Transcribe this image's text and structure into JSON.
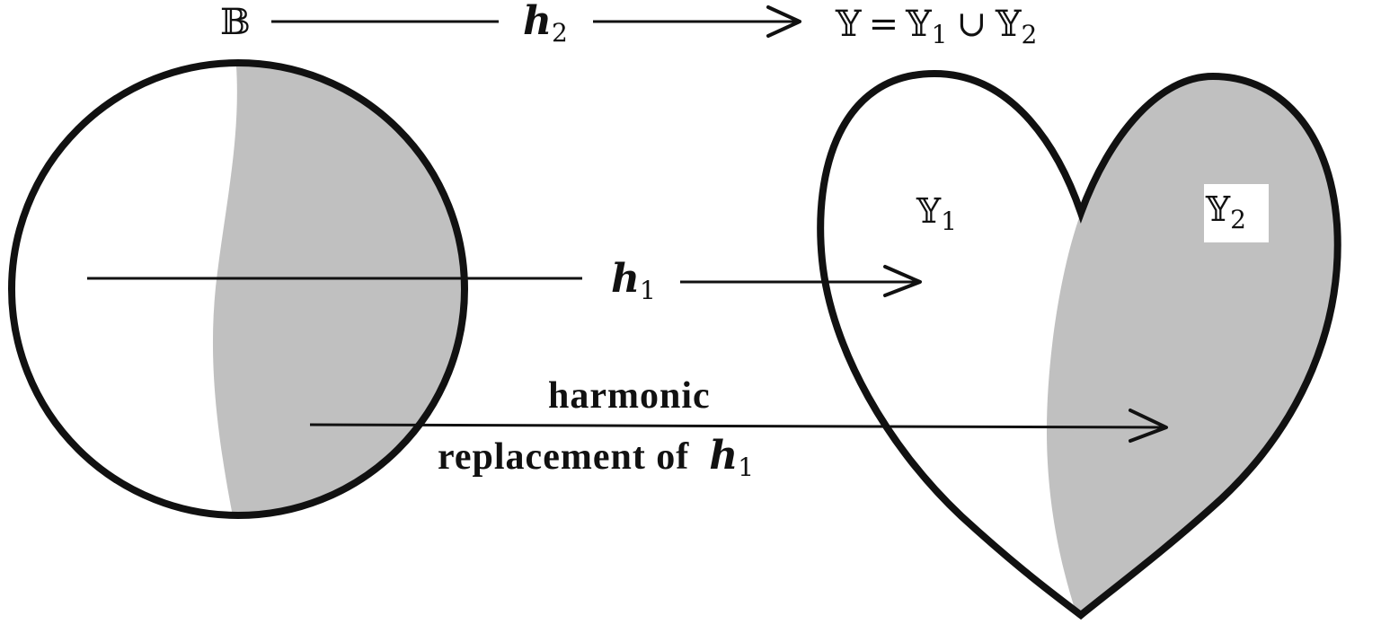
{
  "top_row": {
    "domain_symbol": "𝔹",
    "map_letter": "h",
    "map_sub": "2",
    "target_lhs": "𝕐",
    "eq": "=",
    "y_letter": "𝕐",
    "sub1": "1",
    "union": "∪",
    "sub2": "2"
  },
  "middle_arrow": {
    "map_letter": "h",
    "map_sub": "1"
  },
  "regions": {
    "y_letter": "𝕐",
    "y1_sub": "1",
    "y2_sub": "2"
  },
  "bottom_arrow": {
    "line1": "harmonic",
    "line2": "replacement of",
    "map_letter": "h",
    "map_sub": "1"
  },
  "colors": {
    "shade": "#c0c0c0",
    "ink": "#111111"
  }
}
